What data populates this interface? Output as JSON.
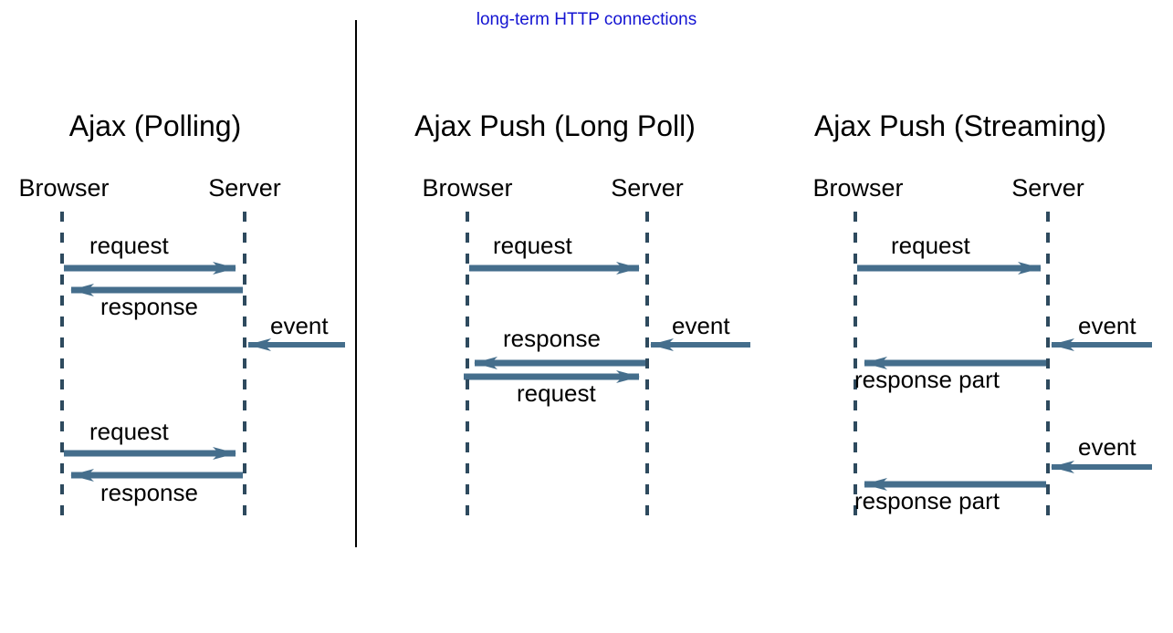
{
  "header": {
    "text": "long-term HTTP connections",
    "color": "#1414d2"
  },
  "colors": {
    "arrow": "#456e8c",
    "arrow_dark": "#2e4a5e",
    "lifeline": "#2e4a5e",
    "divider": "#000000",
    "text": "#000000"
  },
  "divider": {
    "present": true
  },
  "panels": [
    {
      "id": "ajax-polling",
      "title": "Ajax (Polling)",
      "actors": {
        "left": "Browser",
        "right": "Server"
      },
      "messages": [
        {
          "label": "request",
          "direction": "right",
          "from": "browser",
          "to": "server"
        },
        {
          "label": "response",
          "direction": "left",
          "from": "server",
          "to": "browser"
        },
        {
          "label": "event",
          "direction": "left",
          "from": "external",
          "to": "server"
        },
        {
          "label": "request",
          "direction": "right",
          "from": "browser",
          "to": "server"
        },
        {
          "label": "response",
          "direction": "left",
          "from": "server",
          "to": "browser"
        }
      ]
    },
    {
      "id": "ajax-push-long-poll",
      "title": "Ajax Push (Long Poll)",
      "actors": {
        "left": "Browser",
        "right": "Server"
      },
      "messages": [
        {
          "label": "request",
          "direction": "right",
          "from": "browser",
          "to": "server"
        },
        {
          "label": "event",
          "direction": "left",
          "from": "external",
          "to": "server"
        },
        {
          "label": "response",
          "direction": "left",
          "from": "server",
          "to": "browser"
        },
        {
          "label": "request",
          "direction": "right",
          "from": "browser",
          "to": "server"
        }
      ]
    },
    {
      "id": "ajax-push-streaming",
      "title": "Ajax Push (Streaming)",
      "actors": {
        "left": "Browser",
        "right": "Server"
      },
      "messages": [
        {
          "label": "request",
          "direction": "right",
          "from": "browser",
          "to": "server"
        },
        {
          "label": "event",
          "direction": "left",
          "from": "external",
          "to": "server"
        },
        {
          "label": "response part",
          "direction": "left",
          "from": "server",
          "to": "browser"
        },
        {
          "label": "event",
          "direction": "left",
          "from": "external",
          "to": "server"
        },
        {
          "label": "response part",
          "direction": "left",
          "from": "server",
          "to": "browser"
        }
      ]
    }
  ]
}
